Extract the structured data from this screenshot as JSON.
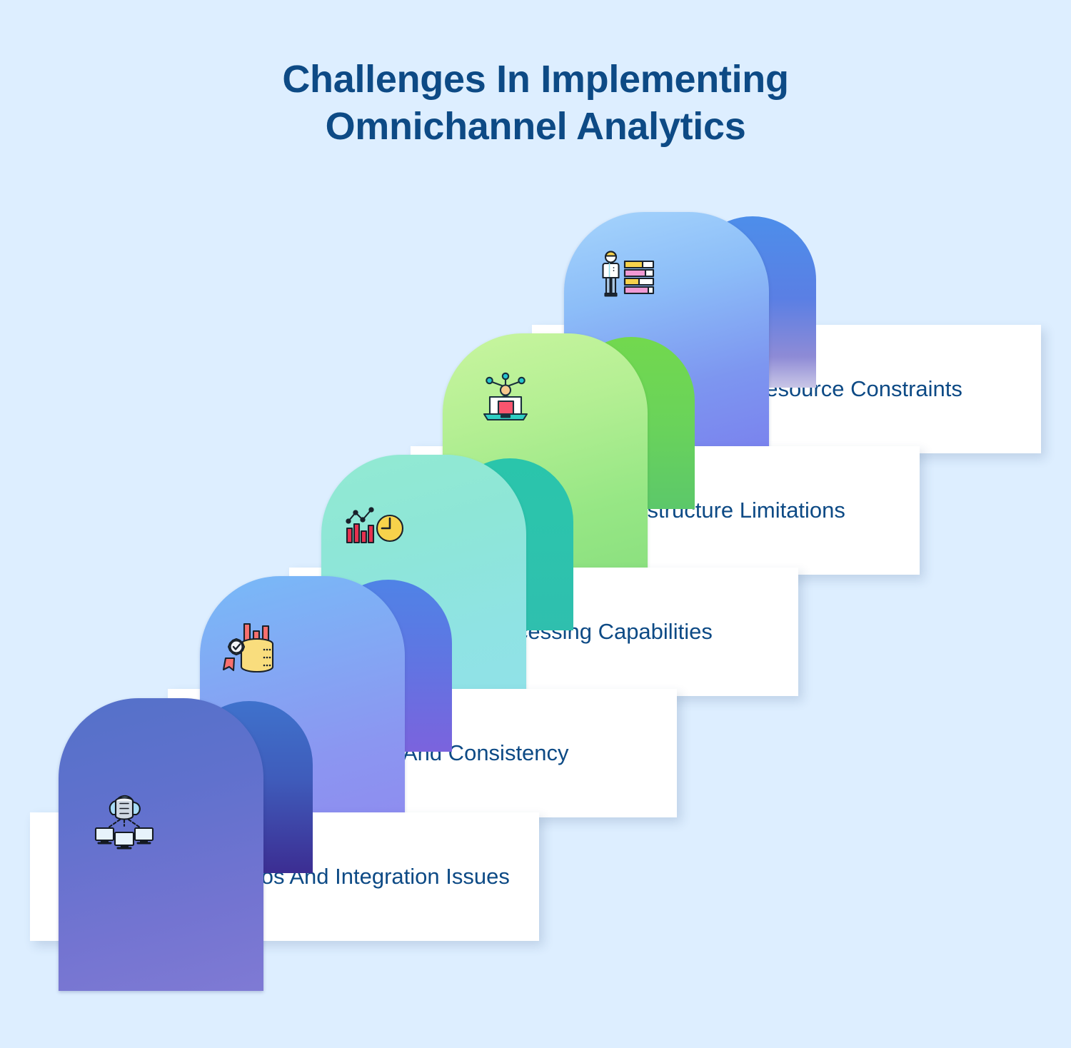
{
  "page": {
    "background_color": "#ddeeff",
    "title_lines": [
      "Challenges In Implementing",
      "Omnichannel Analytics"
    ],
    "title_color": "#0d4a85",
    "label_color": "#0d4a85"
  },
  "steps": [
    {
      "index": 5,
      "label": "Skill Gap And Resource Constraints",
      "icon": "person-skill-bars-icon",
      "front_color_top": "#9fd0fb",
      "front_color_bottom": "#7a82ee",
      "back_color_top": "#4d8eea",
      "back_color_bottom": "#9a93d8"
    },
    {
      "index": 4,
      "label": "Technology Infrastructure Limitations",
      "icon": "laptop-network-person-icon",
      "front_color_top": "#c4f39a",
      "front_color_bottom": "#8be07f",
      "back_color_top": "#72d84e",
      "back_color_bottom": "#5cc86a"
    },
    {
      "index": 3,
      "label": "Real-Time Processing Capabilities",
      "icon": "chart-clock-icon",
      "front_color_top": "#8fe7cf",
      "front_color_bottom": "#90e2e8",
      "back_color_top": "#2ac5ab",
      "back_color_bottom": "#2fbfae"
    },
    {
      "index": 2,
      "label": "Data Quality And Consistency",
      "icon": "quality-badge-database-icon",
      "front_color_top": "#74b6f7",
      "front_color_bottom": "#8e8df0",
      "back_color_top": "#4f83e6",
      "back_color_bottom": "#7b63dd"
    },
    {
      "index": 1,
      "label": "Data Silos And Integration Issues",
      "icon": "cloud-database-computers-icon",
      "front_color_top": "#5471c9",
      "front_color_bottom": "#7f7ad4",
      "back_color_top": "#3f72cc",
      "back_color_bottom": "#3c2d92"
    }
  ]
}
